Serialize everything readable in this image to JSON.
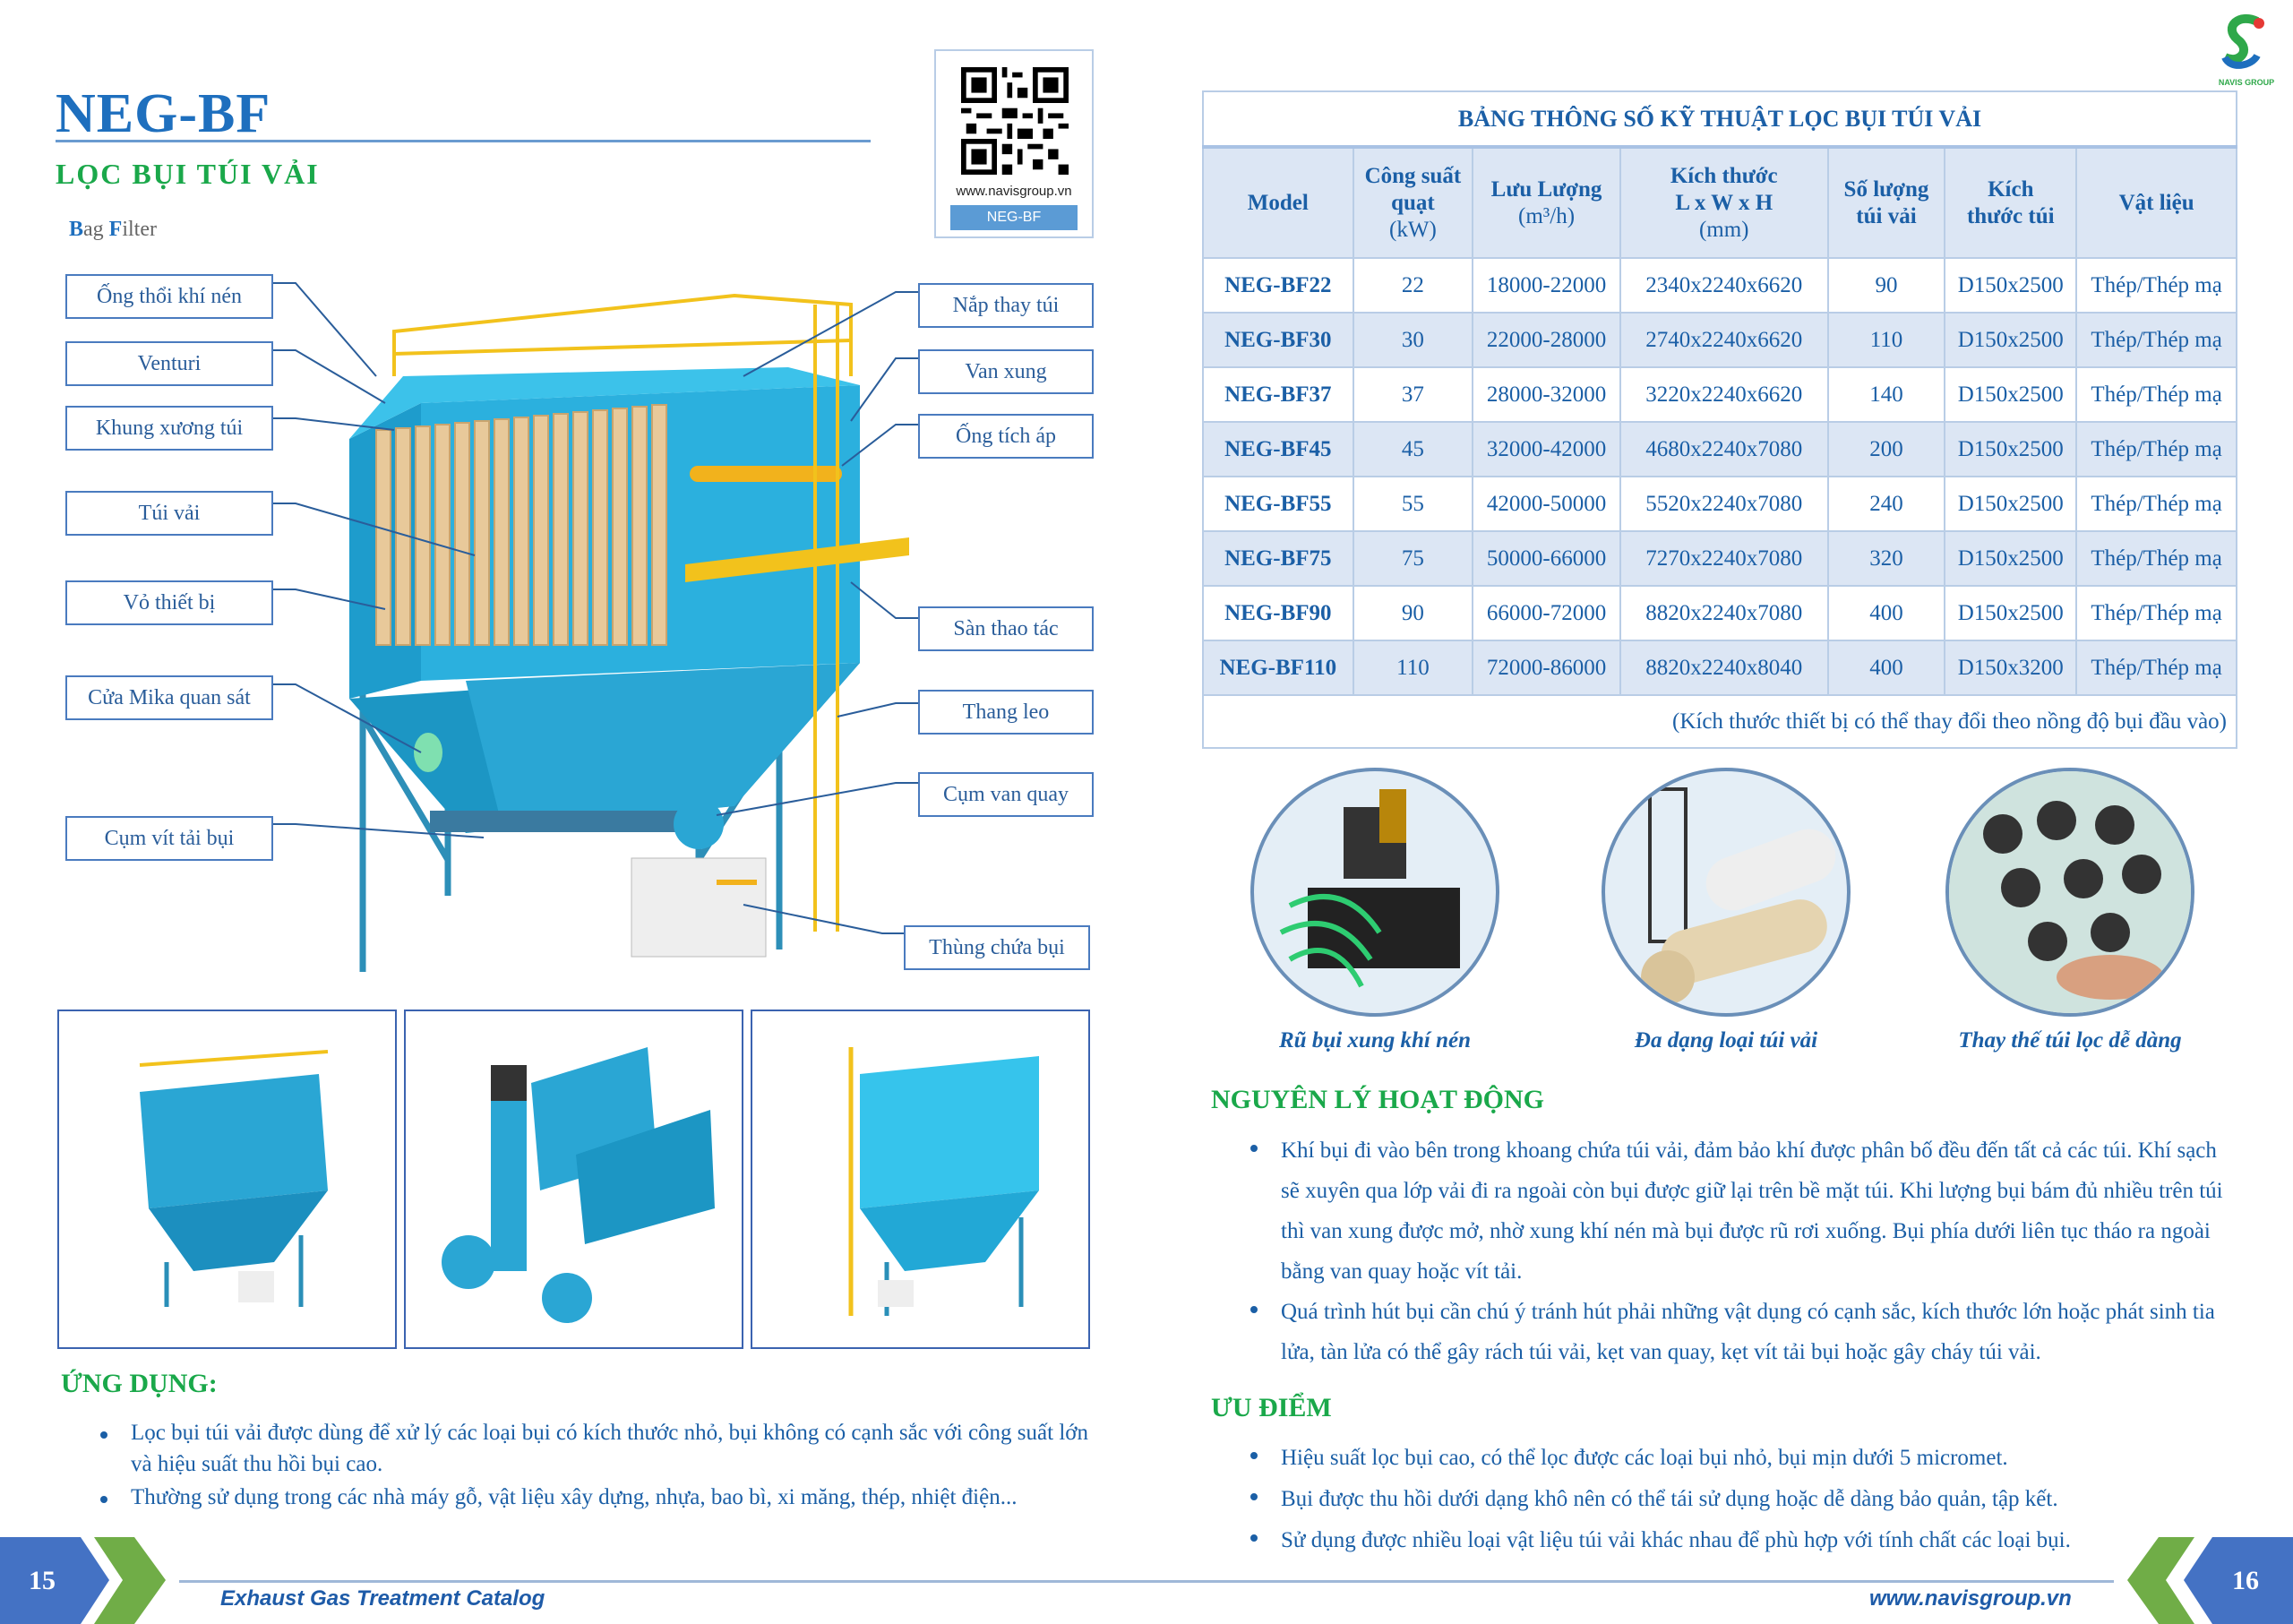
{
  "left": {
    "title": "NEG-BF",
    "subtitle": "LỌC BỤI TÚI VẢI",
    "english_b": "B",
    "english_ag": "ag ",
    "english_f": "F",
    "english_ilter": "ilter",
    "qr": {
      "url": "www.navisgroup.vn",
      "tag": "NEG-BF"
    },
    "labels_left": [
      "Ống thổi khí nén",
      "Venturi",
      "Khung xương túi",
      "Túi vải",
      "Vỏ thiết bị",
      "Cửa Mika quan sát",
      "Cụm vít tải bụi"
    ],
    "labels_right": [
      "Nắp thay túi",
      "Van xung",
      "Ống tích áp",
      "Sàn thao tác",
      "Thang leo",
      "Cụm van quay",
      "Thùng chứa bụi"
    ],
    "application": {
      "heading": "ỨNG DỤNG:",
      "bullets": [
        "Lọc bụi túi vải được dùng để xử lý các loại bụi có kích thước nhỏ, bụi không có cạnh sắc với công suất lớn và hiệu suất thu hồi bụi cao.",
        "Thường sử dụng trong các nhà máy gỗ, vật liệu xây dựng, nhựa, bao bì, xi măng, thép, nhiệt điện..."
      ]
    },
    "footer": {
      "page": "15",
      "catalog": "Exhaust Gas Treatment Catalog"
    }
  },
  "table": {
    "title": "BẢNG THÔNG SỐ KỸ THUẬT LỌC BỤI TÚI VẢI",
    "headers": [
      {
        "l1": "Model"
      },
      {
        "l1": "Công suất",
        "l2": "quạt",
        "u": "(kW)"
      },
      {
        "l1": "Lưu Lượng",
        "u": "(m³/h)"
      },
      {
        "l1": "Kích thước",
        "l2": "L x W x H",
        "u": "(mm)"
      },
      {
        "l1": "Số lượng",
        "l2": "túi vải"
      },
      {
        "l1": "Kích",
        "l2": "thước túi"
      },
      {
        "l1": "Vật liệu"
      }
    ],
    "rows": [
      [
        "NEG-BF22",
        "22",
        "18000-22000",
        "2340x2240x6620",
        "90",
        "D150x2500",
        "Thép/Thép mạ"
      ],
      [
        "NEG-BF30",
        "30",
        "22000-28000",
        "2740x2240x6620",
        "110",
        "D150x2500",
        "Thép/Thép mạ"
      ],
      [
        "NEG-BF37",
        "37",
        "28000-32000",
        "3220x2240x6620",
        "140",
        "D150x2500",
        "Thép/Thép mạ"
      ],
      [
        "NEG-BF45",
        "45",
        "32000-42000",
        "4680x2240x7080",
        "200",
        "D150x2500",
        "Thép/Thép mạ"
      ],
      [
        "NEG-BF55",
        "55",
        "42000-50000",
        "5520x2240x7080",
        "240",
        "D150x2500",
        "Thép/Thép mạ"
      ],
      [
        "NEG-BF75",
        "75",
        "50000-66000",
        "7270x2240x7080",
        "320",
        "D150x2500",
        "Thép/Thép mạ"
      ],
      [
        "NEG-BF90",
        "90",
        "66000-72000",
        "8820x2240x7080",
        "400",
        "D150x2500",
        "Thép/Thép mạ"
      ],
      [
        "NEG-BF110",
        "110",
        "72000-86000",
        "8820x2240x8040",
        "400",
        "D150x3200",
        "Thép/Thép mạ"
      ]
    ],
    "note": "(Kích thước thiết bị có thể thay đổi theo nồng độ bụi đầu vào)"
  },
  "features": [
    "Rũ bụi xung khí nén",
    "Đa dạng loại túi vải",
    "Thay thế túi lọc dễ dàng"
  ],
  "principle": {
    "heading": "NGUYÊN LÝ HOẠT ĐỘNG",
    "bullets": [
      "Khí bụi đi vào bên trong khoang chứa túi vải, đảm bảo khí được phân bố đều đến tất cả các túi. Khí sạch sẽ xuyên qua lớp vải đi ra ngoài còn bụi được giữ lại trên bề mặt túi. Khi lượng bụi bám đủ nhiều trên túi thì van xung được mở, nhờ xung khí nén mà bụi được rũ rơi xuống. Bụi phía dưới liên tục tháo ra ngoài bằng van quay hoặc vít tải.",
      "Quá trình hút bụi cần chú ý tránh hút phải những vật dụng có cạnh sắc, kích thước lớn hoặc phát sinh tia lửa, tàn lửa có thể gây rách túi vải, kẹt van quay, kẹt vít tải bụi hoặc gây cháy túi vải."
    ]
  },
  "advantages": {
    "heading": "ƯU ĐIỂM",
    "bullets": [
      "Hiệu suất lọc bụi cao, có thể lọc được các loại bụi nhỏ, bụi mịn dưới 5 micromet.",
      "Bụi được thu hồi dưới dạng khô nên có thể tái sử dụng hoặc dễ dàng bảo quản, tập kết.",
      "Sử dụng được nhiều loại vật liệu túi vải khác nhau để phù hợp với tính chất các loại bụi."
    ]
  },
  "right_footer": {
    "page": "16",
    "url": "www.navisgroup.vn"
  },
  "logo": {
    "text": "NAVIS GROUP"
  },
  "colors": {
    "title_blue": "#1e6fbe",
    "heading_green": "#1aa84a",
    "text_blue": "#1b5fa6",
    "table_band": "#dce6f4",
    "machine_cyan": "#29a9d6",
    "page_blue": "#4472c4",
    "page_green": "#70ad47"
  }
}
